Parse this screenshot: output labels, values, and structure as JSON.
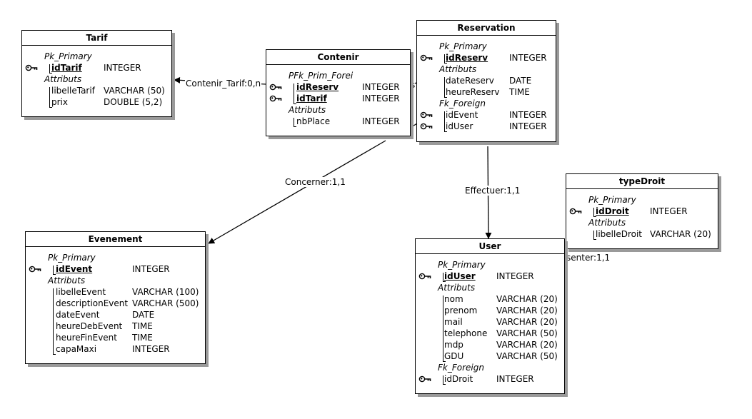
{
  "colors": {
    "line": "#000000",
    "shadow": "#9a9a9a",
    "background": "#ffffff"
  },
  "entities": [
    {
      "id": "tarif",
      "title": "Tarif",
      "sections": [
        {
          "label": "Pk_Primary",
          "fields": [
            {
              "name": "idTarif",
              "type": "INTEGER",
              "pk": true,
              "key": true
            }
          ]
        },
        {
          "label": "Attributs",
          "fields": [
            {
              "name": "libelleTarif",
              "type": "VARCHAR (50)"
            },
            {
              "name": "prix",
              "type": "DOUBLE (5,2)"
            }
          ]
        }
      ]
    },
    {
      "id": "contenir",
      "title": "Contenir",
      "sections": [
        {
          "label": "PFk_Prim_Forei",
          "fields": [
            {
              "name": "idReserv",
              "type": "INTEGER",
              "pk": true,
              "key": true
            },
            {
              "name": "idTarif",
              "type": "INTEGER",
              "pk": true,
              "key": true
            }
          ]
        },
        {
          "label": "Attributs",
          "fields": [
            {
              "name": "nbPlace",
              "type": "INTEGER"
            }
          ]
        }
      ]
    },
    {
      "id": "reservation",
      "title": "Reservation",
      "sections": [
        {
          "label": "Pk_Primary",
          "fields": [
            {
              "name": "idReserv",
              "type": "INTEGER",
              "pk": true,
              "key": true
            }
          ]
        },
        {
          "label": "Attributs",
          "fields": [
            {
              "name": "dateReserv",
              "type": "DATE"
            },
            {
              "name": "heureReserv",
              "type": "TIME"
            }
          ]
        },
        {
          "label": "Fk_Foreign",
          "fields": [
            {
              "name": "idEvent",
              "type": "INTEGER",
              "key": true
            },
            {
              "name": "idUser",
              "type": "INTEGER",
              "key": true
            }
          ]
        }
      ]
    },
    {
      "id": "typedroit",
      "title": "typeDroit",
      "sections": [
        {
          "label": "Pk_Primary",
          "fields": [
            {
              "name": "idDroit",
              "type": "INTEGER",
              "pk": true,
              "key": true
            }
          ]
        },
        {
          "label": "Attributs",
          "fields": [
            {
              "name": "libelleDroit",
              "type": "VARCHAR (20)"
            }
          ]
        }
      ]
    },
    {
      "id": "evenement",
      "title": "Evenement",
      "sections": [
        {
          "label": "Pk_Primary",
          "fields": [
            {
              "name": "idEvent",
              "type": "INTEGER",
              "pk": true,
              "key": true
            }
          ]
        },
        {
          "label": "Attributs",
          "fields": [
            {
              "name": "libelleEvent",
              "type": "VARCHAR (100)"
            },
            {
              "name": "descriptionEvent",
              "type": "VARCHAR (500)"
            },
            {
              "name": "dateEvent",
              "type": "DATE"
            },
            {
              "name": "heureDebEvent",
              "type": "TIME"
            },
            {
              "name": "heureFinEvent",
              "type": "TIME"
            },
            {
              "name": "capaMaxi",
              "type": "INTEGER"
            }
          ]
        }
      ]
    },
    {
      "id": "user",
      "title": "User",
      "sections": [
        {
          "label": "Pk_Primary",
          "fields": [
            {
              "name": "idUser",
              "type": "INTEGER",
              "pk": true,
              "key": true
            }
          ]
        },
        {
          "label": "Attributs",
          "fields": [
            {
              "name": "nom",
              "type": "VARCHAR (20)"
            },
            {
              "name": "prenom",
              "type": "VARCHAR (20)"
            },
            {
              "name": "mail",
              "type": "VARCHAR (20)"
            },
            {
              "name": "telephone",
              "type": "VARCHAR (50)"
            },
            {
              "name": "mdp",
              "type": "VARCHAR (20)"
            },
            {
              "name": "GDU",
              "type": "VARCHAR (50)"
            }
          ]
        },
        {
          "label": "Fk_Foreign",
          "fields": [
            {
              "name": "idDroit",
              "type": "INTEGER",
              "key": true
            }
          ]
        }
      ]
    }
  ],
  "relations": [
    {
      "id": "contenir-tarif",
      "label": "Contenir_Tarif:0,n"
    },
    {
      "id": "contenir-reservation",
      "label": "s"
    },
    {
      "id": "concerner",
      "label": "Concerner:1,1"
    },
    {
      "id": "effectuer",
      "label": "Effectuer:1,1"
    },
    {
      "id": "posseder",
      "label": "senter:1,1"
    }
  ]
}
